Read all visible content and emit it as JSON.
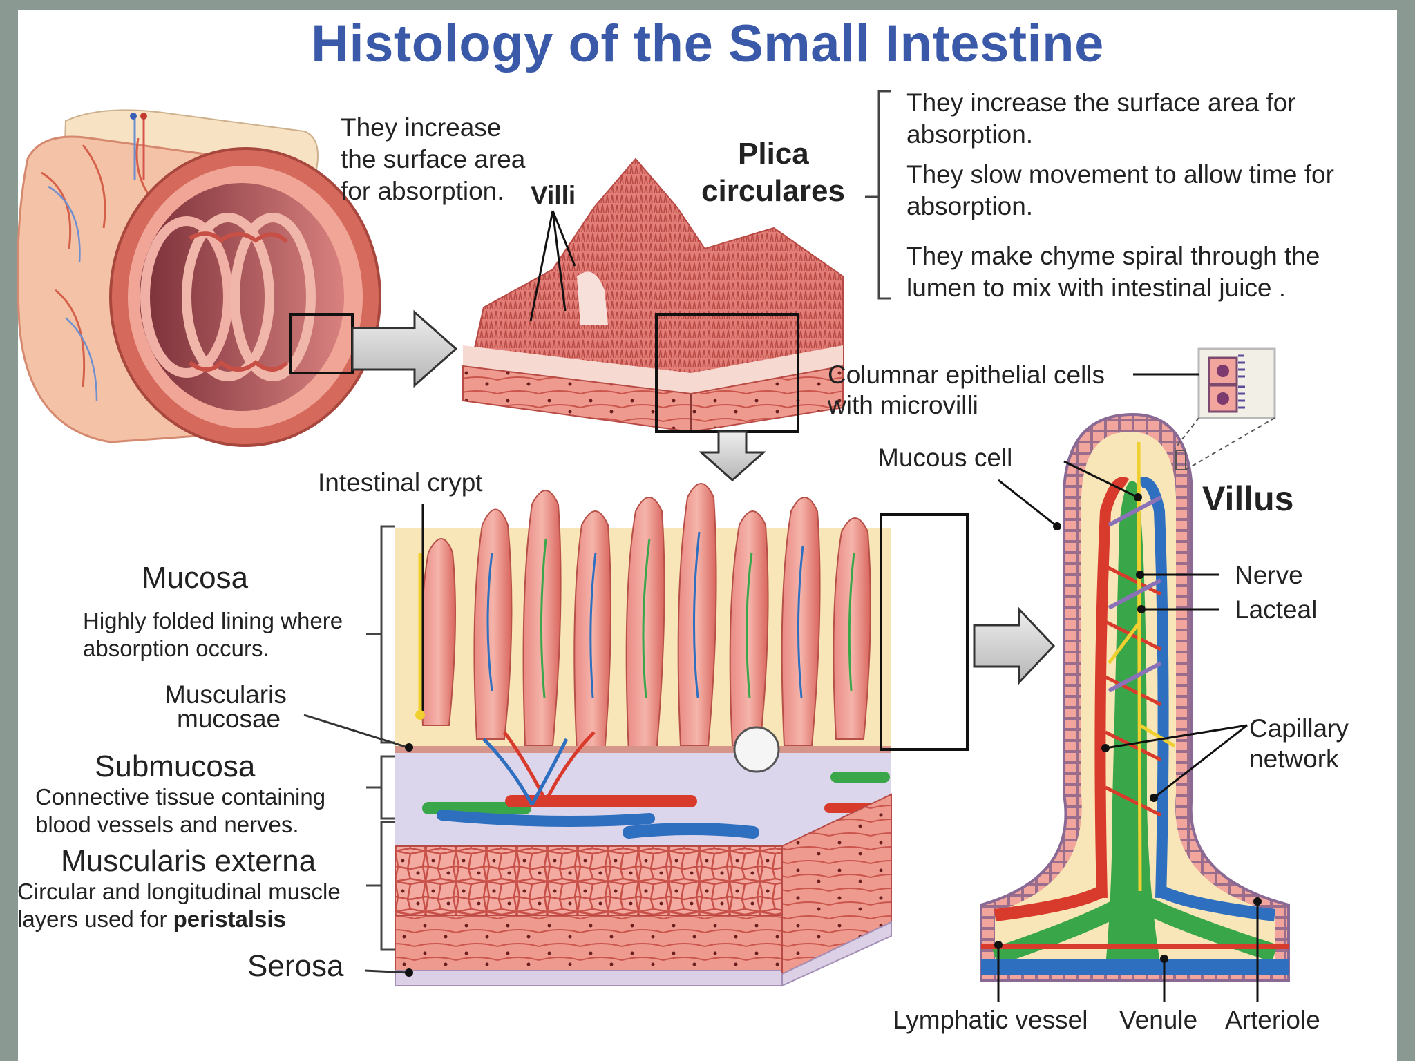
{
  "title": "Histology of the Small Intestine",
  "top_note": {
    "line1": "They increase",
    "line2": "the surface area",
    "line3": "for absorption."
  },
  "villi_label": "Villi",
  "plica": {
    "line1": "Plica",
    "line2": "circulares"
  },
  "plica_notes": [
    {
      "line1": "They increase the surface area for",
      "line2": "absorption."
    },
    {
      "line1": "They slow movement to allow time for",
      "line2": "absorption."
    },
    {
      "line1": "They make chyme spiral through the",
      "line2": "lumen to mix with intestinal juice ."
    }
  ],
  "columnar": {
    "line1": "Columnar epithelial cells",
    "line2": "with microvilli"
  },
  "mucous_cell": "Mucous cell",
  "villus": "Villus",
  "villus_parts": {
    "nerve": "Nerve",
    "lacteal": "Lacteal",
    "capillary1": "Capillary",
    "capillary2": "network"
  },
  "vessels": {
    "lymphatic": "Lymphatic vessel",
    "venule": "Venule",
    "arteriole": "Arteriole"
  },
  "intestinal_crypt": "Intestinal crypt",
  "layers": {
    "mucosa": {
      "name": "Mucosa",
      "desc1": "Highly folded lining where",
      "desc2": "absorption occurs."
    },
    "muscularis_mucosae": {
      "line1": "Muscularis",
      "line2": "mucosae"
    },
    "submucosa": {
      "name": "Submucosa",
      "desc1": "Connective tissue containing",
      "desc2": "blood vessels and nerves."
    },
    "muscularis_externa": {
      "name": "Muscularis externa",
      "desc1": "Circular and longitudinal muscle",
      "desc2_plain": "layers used for ",
      "desc2_bold": "peristalsis"
    },
    "serosa": {
      "name": "Serosa"
    }
  },
  "colors": {
    "title": "#3a59a8",
    "frame": "#8a9a93",
    "tissue_pink": "#e98a84",
    "tissue_red": "#d8554c",
    "mucosa_cream": "#f8e6b8",
    "submucosa_lilac": "#dcd6ec",
    "artery": "#d83a2c",
    "vein": "#2f6fbf",
    "lymph": "#3aa64a",
    "nerve": "#f0d030"
  }
}
